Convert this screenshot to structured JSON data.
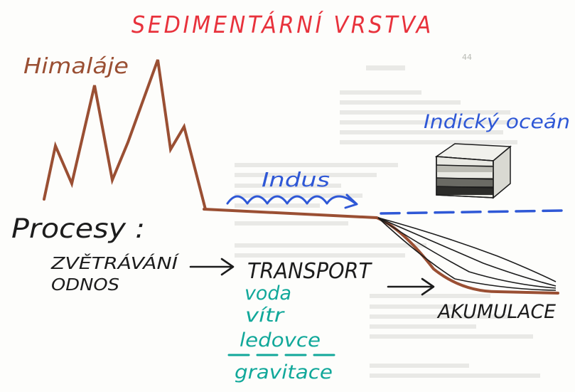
{
  "title": "SEDIMENTÁRNÍ VRSTVA",
  "labels": {
    "mountains": "Himaláje",
    "ocean": "Indický oceán",
    "river": "Indus"
  },
  "processes": {
    "heading": "Procesy :",
    "weathering": "ZVĚTRÁVÁNÍ",
    "erosion": "ODNOS",
    "transport": "TRANSPORT",
    "accumulation": "AKUMULACE",
    "agents": [
      "voda",
      "vítr",
      "ledovce"
    ],
    "gravity": "gravitace"
  },
  "colors": {
    "title": "#e8323c",
    "terrain": "#9a4f33",
    "ocean": "#2f58d6",
    "agents": "#11a89a",
    "ink": "#1c1c1c"
  }
}
